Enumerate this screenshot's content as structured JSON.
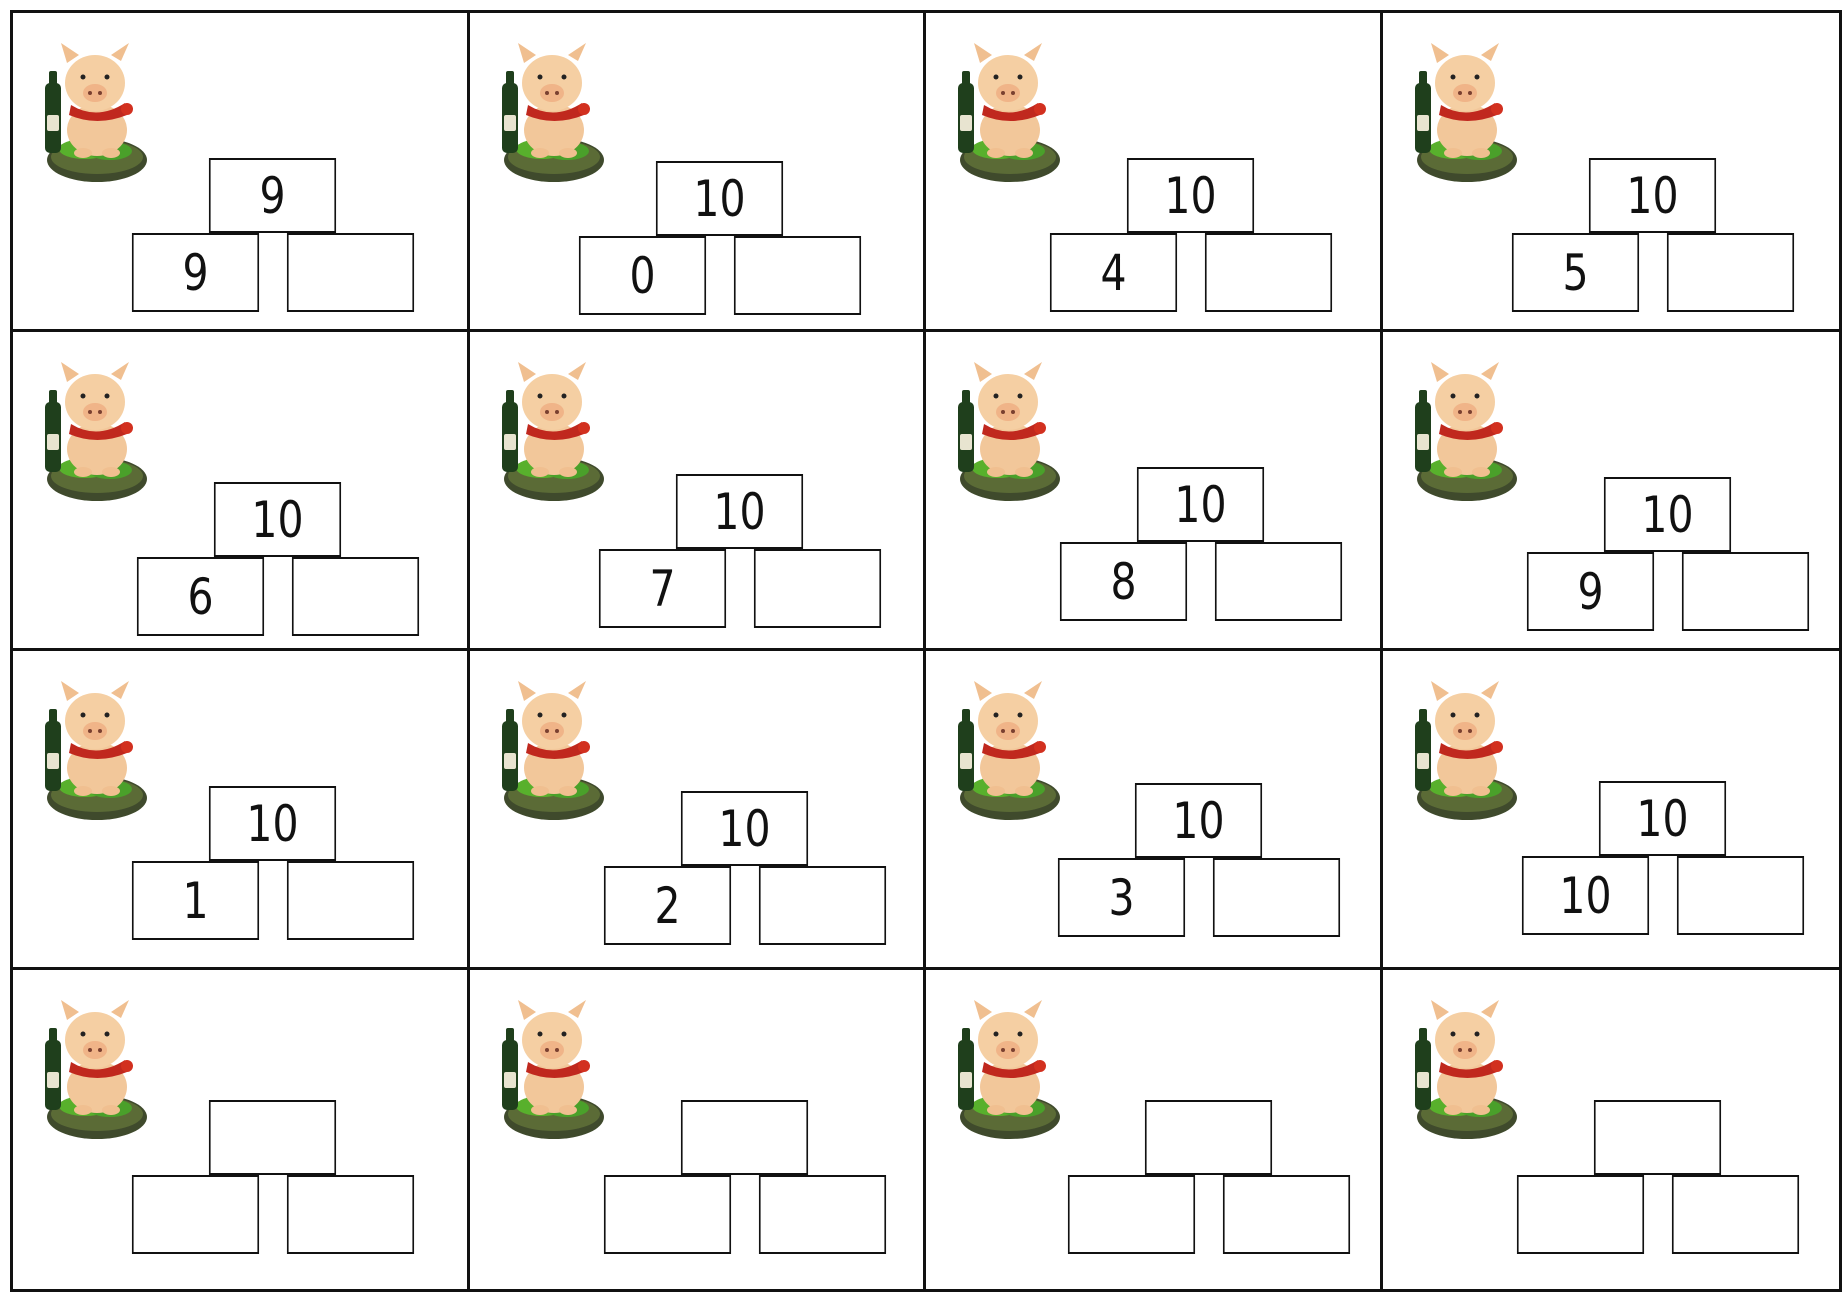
{
  "worksheet": {
    "cards": [
      {
        "top": "9",
        "left": "9",
        "right": ""
      },
      {
        "top": "10",
        "left": "0",
        "right": ""
      },
      {
        "top": "10",
        "left": "4",
        "right": ""
      },
      {
        "top": "10",
        "left": "5",
        "right": ""
      },
      {
        "top": "10",
        "left": "6",
        "right": ""
      },
      {
        "top": "10",
        "left": "7",
        "right": ""
      },
      {
        "top": "10",
        "left": "8",
        "right": ""
      },
      {
        "top": "10",
        "left": "9",
        "right": ""
      },
      {
        "top": "10",
        "left": "1",
        "right": ""
      },
      {
        "top": "10",
        "left": "2",
        "right": ""
      },
      {
        "top": "10",
        "left": "3",
        "right": ""
      },
      {
        "top": "10",
        "left": "10",
        "right": ""
      },
      {
        "top": "",
        "left": "",
        "right": ""
      },
      {
        "top": "",
        "left": "",
        "right": ""
      },
      {
        "top": "",
        "left": "",
        "right": ""
      },
      {
        "top": "",
        "left": "",
        "right": ""
      }
    ]
  }
}
